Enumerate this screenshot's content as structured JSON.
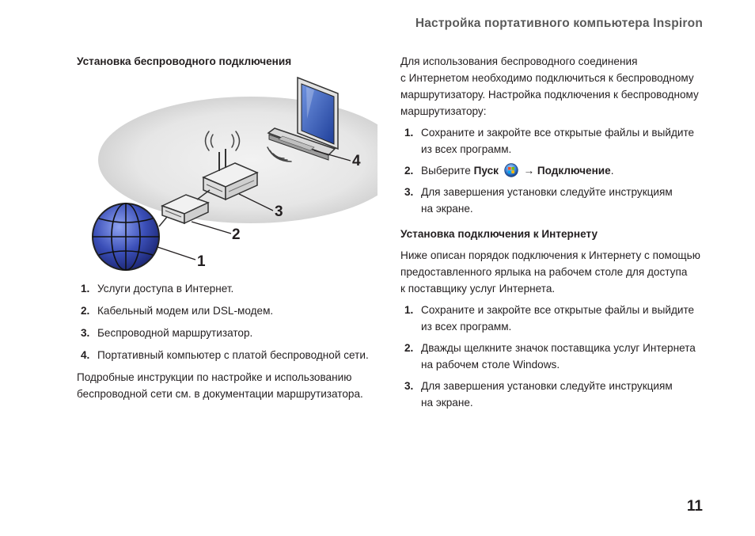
{
  "header": {
    "title": "Настройка портативного компьютера Inspiron"
  },
  "left": {
    "heading": "Установка беспроводного подключения",
    "diagram": {
      "callouts": [
        "1",
        "2",
        "3",
        "4"
      ],
      "icons": [
        "globe-icon",
        "modem-icon",
        "router-icon",
        "laptop-icon"
      ]
    },
    "legend": [
      {
        "num": "1.",
        "text": "Услуги доступа в Интернет."
      },
      {
        "num": "2.",
        "text": "Кабельный модем или DSL-модем."
      },
      {
        "num": "3.",
        "text": "Беспроводной маршрутизатор."
      },
      {
        "num": "4.",
        "text": "Портативный компьютер с платой беспроводной сети."
      }
    ],
    "note_lines": [
      "Подробные инструкции по настройке и использованию",
      "беспроводной сети см. в документации маршрутизатора."
    ]
  },
  "right": {
    "intro_lines": [
      "Для использования беспроводного соединения",
      "с Интернетом необходимо подключиться к беспроводному",
      "маршрутизатору. Настройка подключения к беспроводному",
      "маршрутизатору:"
    ],
    "wireless_steps": {
      "step1": {
        "num": "1.",
        "line1": "Сохраните и закройте все открытые файлы и выйдите",
        "line2": "из всех программ."
      },
      "step2": {
        "num": "2.",
        "prefix": "Выберите ",
        "start_label": "Пуск",
        "arrow": " → ",
        "connect_label": "Подключение",
        "suffix": "."
      },
      "step3": {
        "num": "3.",
        "line1": "Для завершения установки следуйте инструкциям",
        "line2": "на экране."
      }
    },
    "internet_heading": "Установка подключения к Интернету",
    "internet_intro_lines": [
      "Ниже описан порядок подключения к Интернету с помощью",
      "предоставленного ярлыка на рабочем столе для доступа",
      "к поставщику услуг Интернета."
    ],
    "internet_steps": [
      {
        "num": "1.",
        "line1": "Сохраните и закройте все открытые файлы и выйдите",
        "line2": "из всех программ."
      },
      {
        "num": "2.",
        "line1": "Дважды щелкните значок поставщика услуг Интернета",
        "line2": "на рабочем столе Windows."
      },
      {
        "num": "3.",
        "line1": "Для завершения установки следуйте инструкциям",
        "line2": "на экране."
      }
    ]
  },
  "footer": {
    "page_number": "11"
  },
  "colors": {
    "text": "#231f20",
    "header_gray": "#5a5a5a",
    "globe_blue": "#3b4fb8",
    "screen_blue": "#2a57b8"
  }
}
